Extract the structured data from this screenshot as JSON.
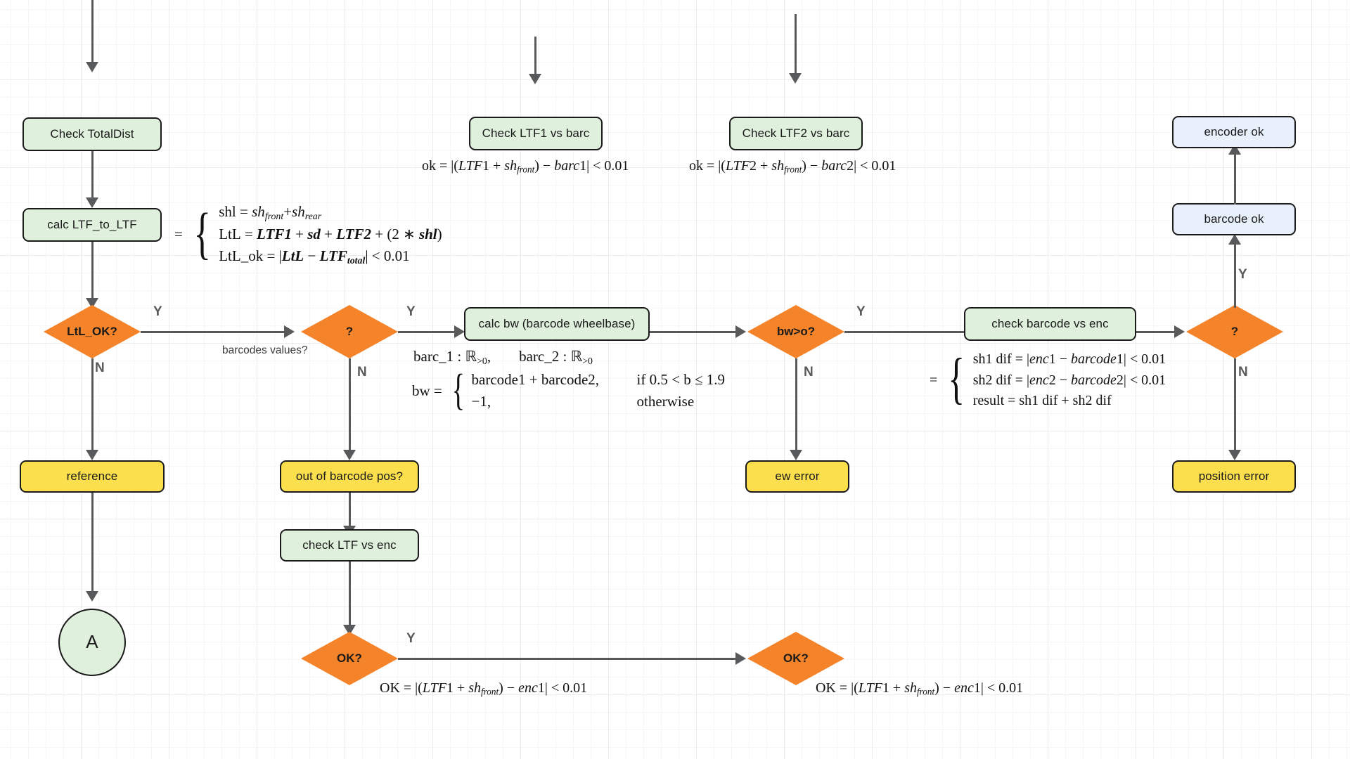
{
  "diagram": {
    "title": "Position / barcode / encoder verification flowchart",
    "colors": {
      "process": "#dff0dc",
      "terminator": "#e8f0fb",
      "warning": "#fcdf4c",
      "decision": "#f5832a",
      "edge": "#58595b",
      "border": "#1a1a1a"
    }
  },
  "nodes": {
    "check_totaldist": "Check TotalDist",
    "calc_ltf_to_ltf": "calc LTF_to_LTF",
    "ltl_ok": "LtL_OK?",
    "reference": "reference",
    "connector_a": "A",
    "check_ltf1_vs_barc": "Check LTF1 vs barc",
    "check_ltf2_vs_barc": "Check LTF2 vs barc",
    "barcodes_question": "?",
    "calc_bw": "calc bw (barcode wheelbase)",
    "out_of_barcode_pos": "out of barcode pos?",
    "check_ltf_vs_enc": "check LTF vs enc",
    "ok_left": "OK?",
    "ok_right": "OK?",
    "bw_gt_o": "bw>o?",
    "ew_error": "ew error",
    "check_barcode_vs_enc": "check barcode vs enc",
    "right_question": "?",
    "encoder_ok": "encoder ok",
    "barcode_ok": "barcode ok",
    "position_error": "position error"
  },
  "edge_labels": {
    "ltl_yes": "Y",
    "ltl_no": "N",
    "barcodes_yes": "Y",
    "barcodes_no": "N",
    "barcodes_note": "barcodes values?",
    "bw_yes": "Y",
    "bw_no": "N",
    "ok_left_yes": "Y",
    "right_yes": "Y",
    "right_no": "N"
  },
  "formulas": {
    "ltf_to_ltf": {
      "eq": "=",
      "rows": [
        "shl = sh_front + sh_rear",
        "LtL = LTF1 + sd + LTF2 + (2 * shl)",
        "LtL_ok = |LtL - LTF_total| < 0.01"
      ]
    },
    "ltf1_vs_barc": "ok = |(LTF1 + sh_front) - barc1| < 0.01",
    "ltf2_vs_barc": "ok = |(LTF2 + sh_front) - barc2| < 0.01",
    "barcode_domain": {
      "left": "barc_1 : R>0,",
      "right": "barc_2 : R>0"
    },
    "bw_cases": {
      "lhs": "bw =",
      "rows": [
        {
          "expr": "barcode1 + barcode2,",
          "cond": "if 0.5 < b ≤ 1.9"
        },
        {
          "expr": "−1,",
          "cond": "otherwise"
        }
      ]
    },
    "barcode_vs_enc": {
      "eq": "=",
      "rows": [
        "sh1 dif = |enc1 - barcode1| < 0.01",
        "sh2 dif = |enc2 - barcode2| < 0.01",
        "result = sh1 dif + sh2 dif"
      ]
    },
    "ok_left": "OK = |(LTF1 + sh_front) - enc1| < 0.01",
    "ok_right": "OK = |(LTF1 + sh_front) - enc1| < 0.01"
  }
}
